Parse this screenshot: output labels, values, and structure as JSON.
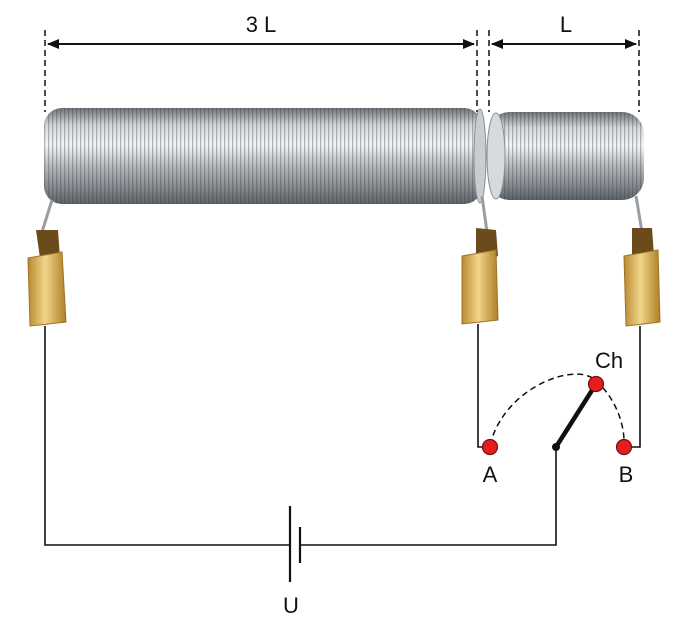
{
  "labels": {
    "long_coil_length": "3 L",
    "short_coil_length": "L",
    "terminal_a": "A",
    "terminal_b": "B",
    "switch": "Ch",
    "source": "U"
  },
  "colors": {
    "wire": "#111111",
    "contact": "#e41e1e",
    "coil_light": "#eceef0",
    "coil_dark": "#7d8288",
    "clip": "#d9b35a"
  }
}
